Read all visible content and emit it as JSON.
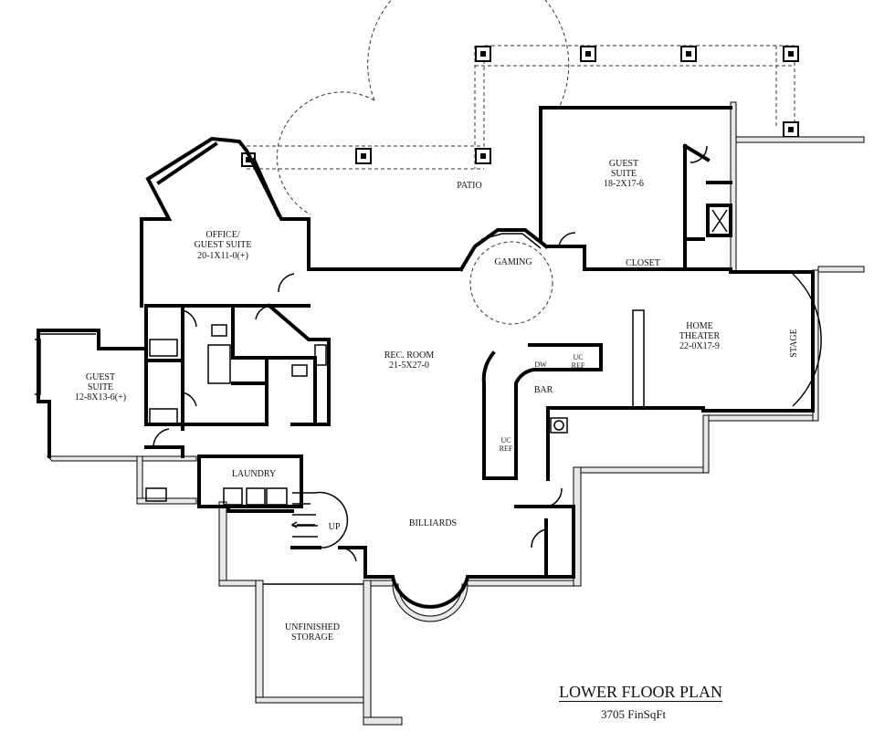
{
  "plan": {
    "title": "LOWER FLOOR PLAN",
    "subtitle": "3705 FinSqFt"
  },
  "rooms": {
    "patio": "PATIO",
    "office_name_1": "OFFICE/",
    "office_name_2": "GUEST SUITE",
    "office_size": "20-1X11-0(+)",
    "guest_right_name_1": "GUEST",
    "guest_right_name_2": "SUITE",
    "guest_right_size": "18-2X17-6",
    "gaming": "GAMING",
    "closet": "CLOSET",
    "home_theater_1": "HOME",
    "home_theater_2": "THEATER",
    "home_theater_size": "22-0X17-9",
    "stage": "STAGE",
    "rec_room": "REC. ROOM",
    "rec_room_size": "21-5X27-0",
    "guest_left_name_1": "GUEST",
    "guest_left_name_2": "SUITE",
    "guest_left_size": "12-8X13-6(+)",
    "bar": "BAR",
    "dw": "DW",
    "uc_ref_top_1": "UC",
    "uc_ref_top_2": "REF",
    "uc_ref_side_1": "UC",
    "uc_ref_side_2": "REF",
    "laundry": "LAUNDRY",
    "up": "UP",
    "billiards": "BILLIARDS",
    "unfinished_1": "UNFINISHED",
    "unfinished_2": "STORAGE"
  }
}
